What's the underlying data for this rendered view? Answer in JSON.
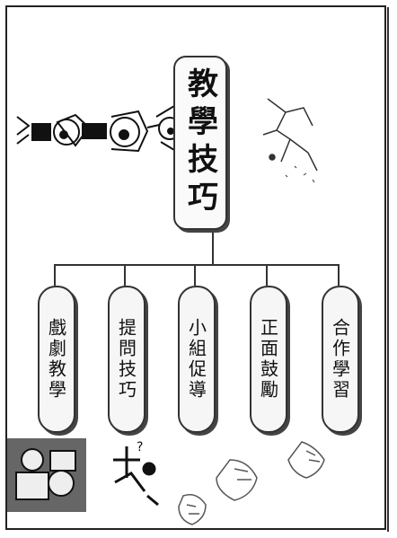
{
  "diagram": {
    "root": {
      "label": "教學技巧"
    },
    "children": [
      {
        "label": "戲劇教學"
      },
      {
        "label": "提問技巧"
      },
      {
        "label": "小組促導"
      },
      {
        "label": "正面鼓勵"
      },
      {
        "label": "合作學習"
      }
    ]
  },
  "decorations": [
    "dancing-figures-clipart",
    "bird-clipart",
    "kids-clipart",
    "question-figure-clipart",
    "hand-sketches-clipart"
  ]
}
